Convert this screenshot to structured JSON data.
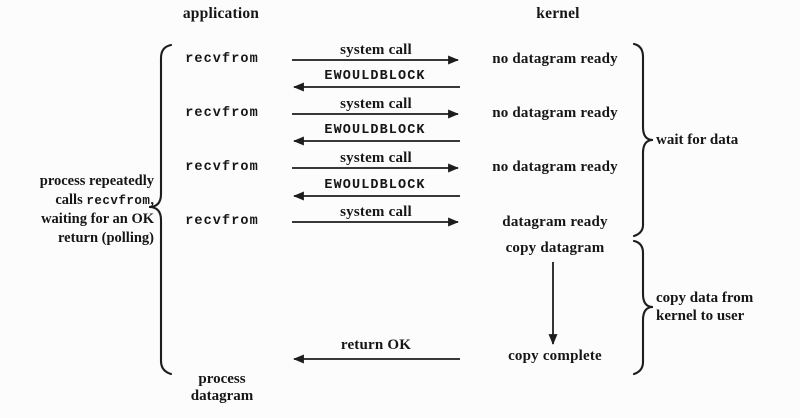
{
  "columns": {
    "application": "application",
    "kernel": "kernel"
  },
  "exchanges": [
    {
      "app": "recvfrom",
      "call": "system call",
      "kernel_state": "no datagram ready",
      "reply": "EWOULDBLOCK"
    },
    {
      "app": "recvfrom",
      "call": "system call",
      "kernel_state": "no datagram ready",
      "reply": "EWOULDBLOCK"
    },
    {
      "app": "recvfrom",
      "call": "system call",
      "kernel_state": "no datagram ready",
      "reply": "EWOULDBLOCK"
    },
    {
      "app": "recvfrom",
      "call": "system call",
      "kernel_state": "datagram ready"
    }
  ],
  "kernel_steps": {
    "copy": "copy datagram",
    "complete": "copy complete"
  },
  "return_arrow_label": "return OK",
  "braces": {
    "wait": "wait for data",
    "copy_line1": "copy data from",
    "copy_line2": "kernel to user"
  },
  "left_note": {
    "line1": "process repeatedly",
    "line2_pre": "calls ",
    "line2_code": "recvfrom",
    "line2_post": ",",
    "line3": "waiting for an OK",
    "line4": "return (polling)"
  },
  "footer": {
    "line1": "process",
    "line2": "datagram"
  },
  "colors": {
    "ink": "#1d1d1d",
    "background": "#fcfcfc"
  }
}
